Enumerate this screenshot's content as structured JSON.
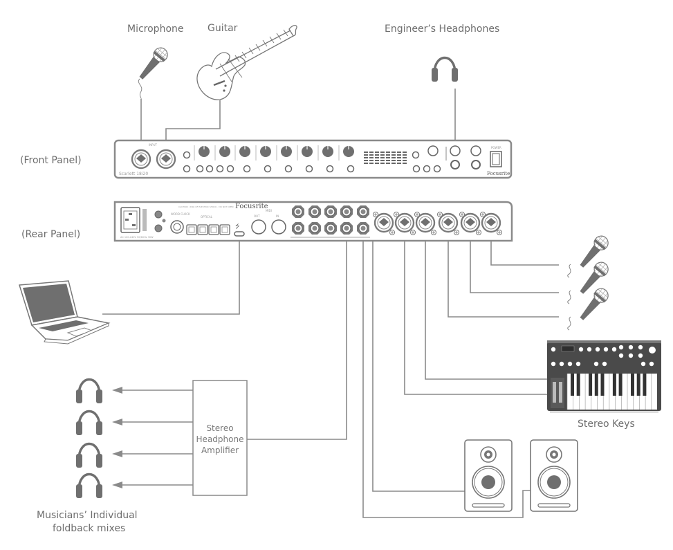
{
  "labels": {
    "microphone": "Microphone",
    "guitar": "Guitar",
    "engineers_headphones": "Engineer’s Headphones",
    "front_panel": "(Front Panel)",
    "rear_panel": "(Rear Panel)",
    "stereo_keys": "Stereo Keys",
    "amplifier_line1": "Stereo",
    "amplifier_line2": "Headphone",
    "amplifier_line3": "Amplifier",
    "musicians_line1": "Musicians’ Individual",
    "musicians_line2": "foldback mixes"
  },
  "device": {
    "front_model": "Scarlett 18i20",
    "front_brand": "Focusrite",
    "rear_brand": "Focusrite",
    "front_input_count": 8,
    "rear_combo_count": 6,
    "rear_jack_count": 10
  },
  "icons": {
    "microphone": "microphone-icon",
    "guitar": "electric-guitar-icon",
    "headphones": "headphones-icon",
    "laptop": "laptop-icon",
    "keyboard": "synthesizer-keyboard-icon",
    "speaker": "studio-monitor-icon",
    "usb": "usb-icon"
  },
  "colors": {
    "line": "#8a8a8a",
    "icon_fill": "#6f6f6f",
    "text": "#6e6e6e",
    "background": "#ffffff"
  }
}
